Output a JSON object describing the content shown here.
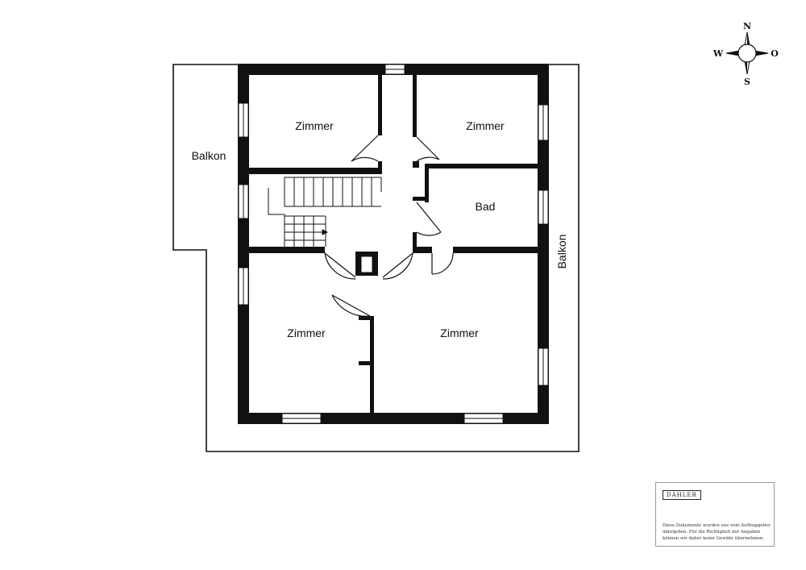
{
  "compass": {
    "north": "N",
    "south": "S",
    "west": "W",
    "east": "O"
  },
  "rooms": {
    "zimmer_top_left": "Zimmer",
    "zimmer_top_right": "Zimmer",
    "bad": "Bad",
    "zimmer_bottom_left": "Zimmer",
    "zimmer_bottom_right": "Zimmer",
    "balkon_west": "Balkon",
    "balkon_east": "Balkon"
  },
  "legend": {
    "brand": "DAHLER",
    "disclaimer": "Diese Dokumente wurden uns vom Auftraggeber übergeben. Für die Richtigkeit der Angaben können wir daher keine Gewähr übernehmen."
  }
}
